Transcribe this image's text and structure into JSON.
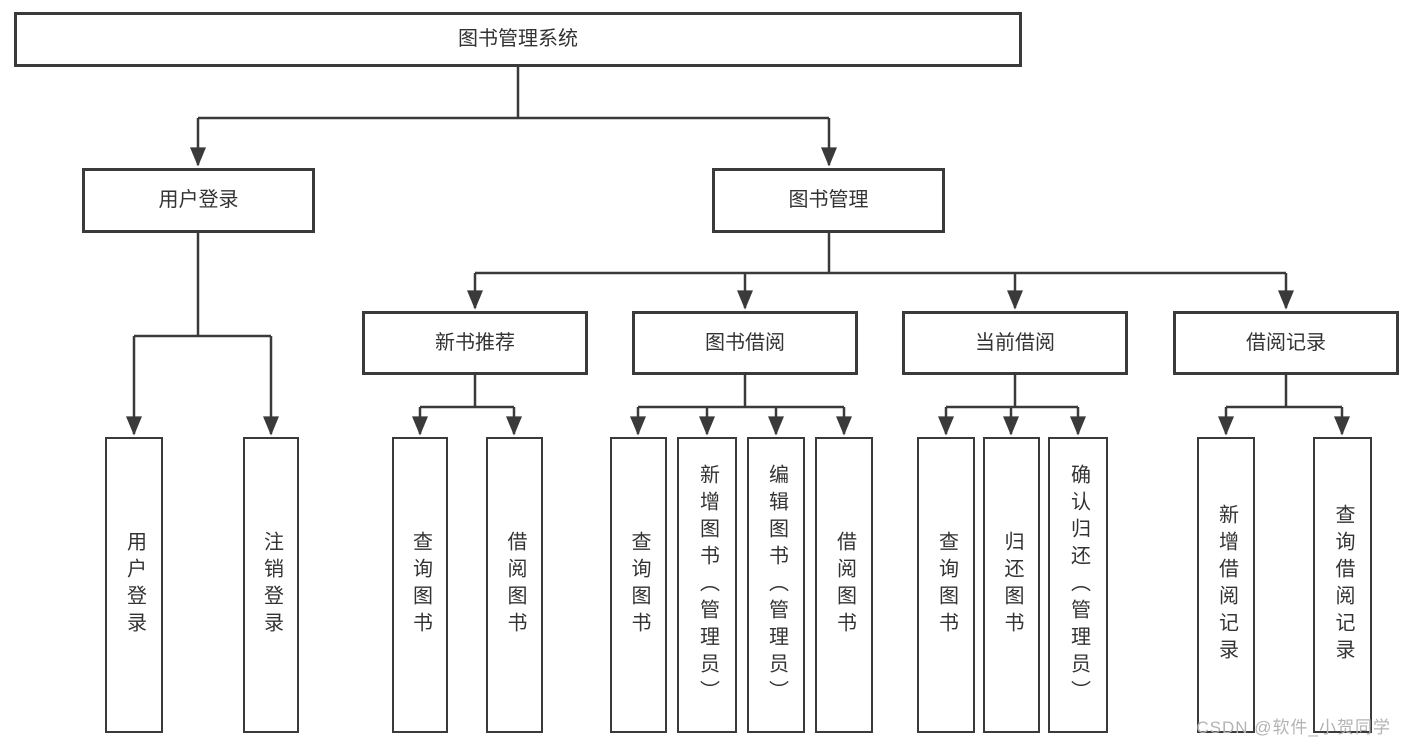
{
  "diagram": {
    "title": "图书管理系统",
    "nodes": {
      "root": "图书管理系统",
      "user_login": "用户登录",
      "book_mgmt": "图书管理",
      "new_book_rec": "新书推荐",
      "book_borrow": "图书借阅",
      "current_borrow": "当前借阅",
      "borrow_records": "借阅记录",
      "user_login_leaf": "用户登录",
      "logout_leaf": "注销登录",
      "nb_query_books": "查询图书",
      "nb_borrow_books": "借阅图书",
      "bb_query_books": "查询图书",
      "bb_add_books": "新增图书（管理员）",
      "bb_edit_books": "编辑图书（管理员）",
      "bb_borrow_books": "借阅图书",
      "cb_query_books": "查询图书",
      "cb_return_books": "归还图书",
      "cb_confirm_return": "确认归还（管理员）",
      "br_add_record": "新增借阅记录",
      "br_query_record": "查询借阅记录"
    },
    "hierarchy": {
      "图书管理系统": {
        "用户登录": [
          "用户登录",
          "注销登录"
        ],
        "图书管理": {
          "新书推荐": [
            "查询图书",
            "借阅图书"
          ],
          "图书借阅": [
            "查询图书",
            "新增图书（管理员）",
            "编辑图书（管理员）",
            "借阅图书"
          ],
          "当前借阅": [
            "查询图书",
            "归还图书",
            "确认归还（管理员）"
          ],
          "借阅记录": [
            "新增借阅记录",
            "查询借阅记录"
          ]
        }
      }
    },
    "colors": {
      "line": "#3a3a3a",
      "box_border": "#3a3a3a",
      "text": "#333333",
      "background": "#ffffff",
      "watermark": "#b3b3b3"
    }
  },
  "watermark": "CSDN @软件_小贺同学"
}
